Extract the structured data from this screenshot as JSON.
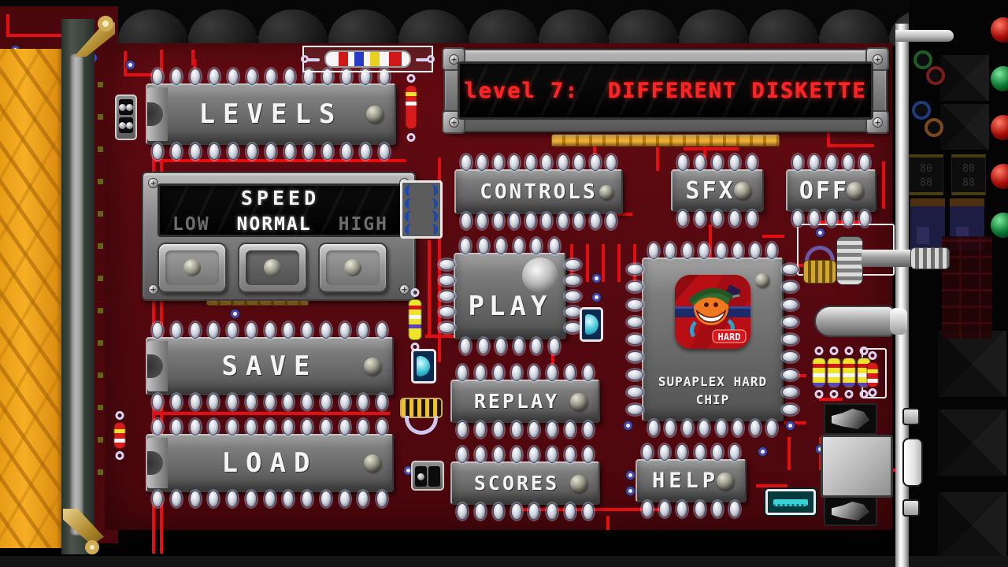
{
  "title_display": {
    "text": "level 7:  DIFFERENT DISKETTE"
  },
  "chips": {
    "levels": {
      "label": "LEVELS"
    },
    "controls": {
      "label": "CONTROLS"
    },
    "sfx": {
      "label": "SFX"
    },
    "off": {
      "label": "OFF"
    },
    "play": {
      "label": "PLAY"
    },
    "save": {
      "label": "SAVE"
    },
    "load": {
      "label": "LOAD"
    },
    "replay": {
      "label": "REPLAY"
    },
    "scores": {
      "label": "SCORES"
    },
    "help": {
      "label": "HELP"
    },
    "supaplex": {
      "line1": "SUPAPLEX HARD",
      "line2": "CHIP",
      "badge": "HARD"
    }
  },
  "speed_panel": {
    "title": "SPEED",
    "options": [
      {
        "label": "LOW",
        "selected": false
      },
      {
        "label": "NORMAL",
        "selected": true
      },
      {
        "label": "HIGH",
        "selected": false
      }
    ]
  },
  "right_panel": {
    "leds": [
      "red",
      "green",
      "red",
      "red",
      "green"
    ]
  },
  "colors": {
    "pcb": "#570910",
    "trace": "#e30d12",
    "display_text": "#ff2424",
    "chip_body": "#676767",
    "cable": "#f6ae24",
    "hard_badge_bg": "#b80f14"
  }
}
